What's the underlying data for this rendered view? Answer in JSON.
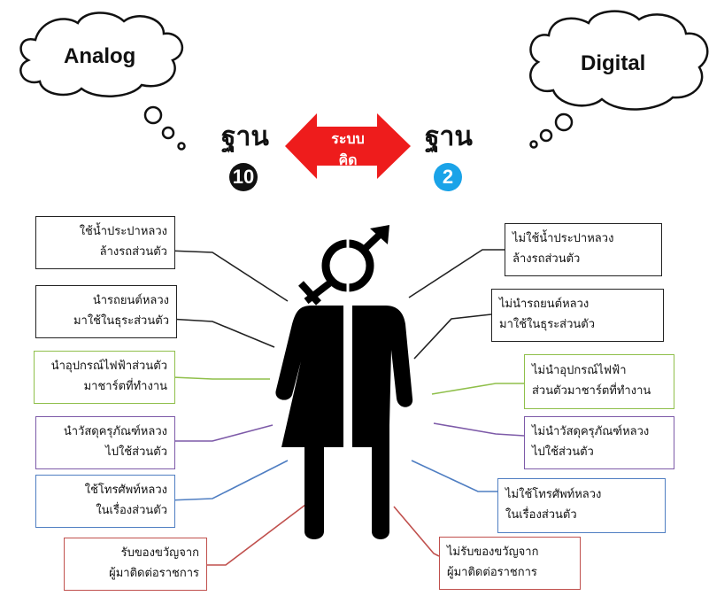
{
  "left_cloud": {
    "label": "Analog"
  },
  "right_cloud": {
    "label": "Digital"
  },
  "left_base": {
    "label": "ฐาน",
    "number": "10",
    "color": "#111111"
  },
  "right_base": {
    "label": "ฐาน",
    "number": "2",
    "color": "#1aa3e8"
  },
  "center_arrow": {
    "line1": "ระบบ",
    "line2": "คิด",
    "color": "#ee1c1c"
  },
  "left_boxes": [
    {
      "line1": "ใช้น้ำประปาหลวง",
      "line2": "ล้างรถส่วนตัว",
      "color": "#222222"
    },
    {
      "line1": "นำรถยนต์หลวง",
      "line2": "มาใช้ในธุระส่วนตัว",
      "color": "#222222"
    },
    {
      "line1": "นำอุปกรณ์ไฟฟ้าส่วนตัว",
      "line2": "มาชาร์ตที่ทำงาน",
      "color": "#8fbf4a"
    },
    {
      "line1": "นำวัสดุครุภัณฑ์หลวง",
      "line2": "ไปใช้ส่วนตัว",
      "color": "#7d5aa8"
    },
    {
      "line1": "ใช้โทรศัพท์หลวง",
      "line2": "ในเรื่องส่วนตัว",
      "color": "#4f7ec2"
    },
    {
      "line1": "รับของขวัญจาก",
      "line2": "ผู้มาติดต่อราชการ",
      "color": "#c0504d"
    }
  ],
  "right_boxes": [
    {
      "line1": "ไม่ใช้น้ำประปาหลวง",
      "line2": "ล้างรถส่วนตัว",
      "color": "#222222"
    },
    {
      "line1": "ไม่นำรถยนต์หลวง",
      "line2": "มาใช้ในธุระส่วนตัว",
      "color": "#222222"
    },
    {
      "line1": "ไม่นำอุปกรณ์ไฟฟ้า",
      "line2": "ส่วนตัวมาชาร์ตที่ทำงาน",
      "color": "#8fbf4a"
    },
    {
      "line1": "ไม่นำวัสดุครุภัณฑ์หลวง",
      "line2": "ไปใช้ส่วนตัว",
      "color": "#7d5aa8"
    },
    {
      "line1": "ไม่ใช้โทรศัพท์หลวง",
      "line2": "ในเรื่องส่วนตัว",
      "color": "#4f7ec2"
    },
    {
      "line1": "ไม่รับของขวัญจาก",
      "line2": "ผู้มาติดต่อราชการ",
      "color": "#c0504d"
    }
  ],
  "figure": {
    "icon": "gender-split-figure-icon",
    "color": "#000000"
  }
}
